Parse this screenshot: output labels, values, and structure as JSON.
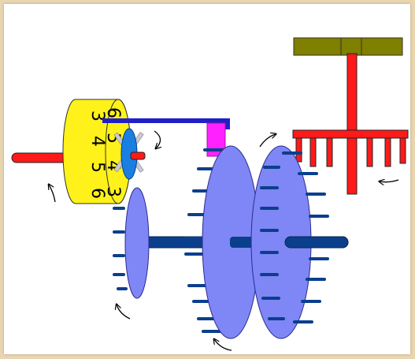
{
  "colors": {
    "background_border": "#e9d6b0",
    "drum": "#fff21a",
    "shaft_red": "#ff1a1a",
    "gear_blue": "#7f86f5",
    "axle_blue": "#0a3f8c",
    "rod_blue": "#2020c8",
    "pinion": "#1a7fe0",
    "magenta": "#ff22ff",
    "olive": "#7f7f00"
  },
  "drum": {
    "digits_front": [
      "3",
      "4",
      "5",
      "6"
    ],
    "digits_back": [
      "6",
      "5",
      "4",
      "3"
    ]
  },
  "icons": {
    "rotation_arrows": "curved-arrow-icon"
  }
}
